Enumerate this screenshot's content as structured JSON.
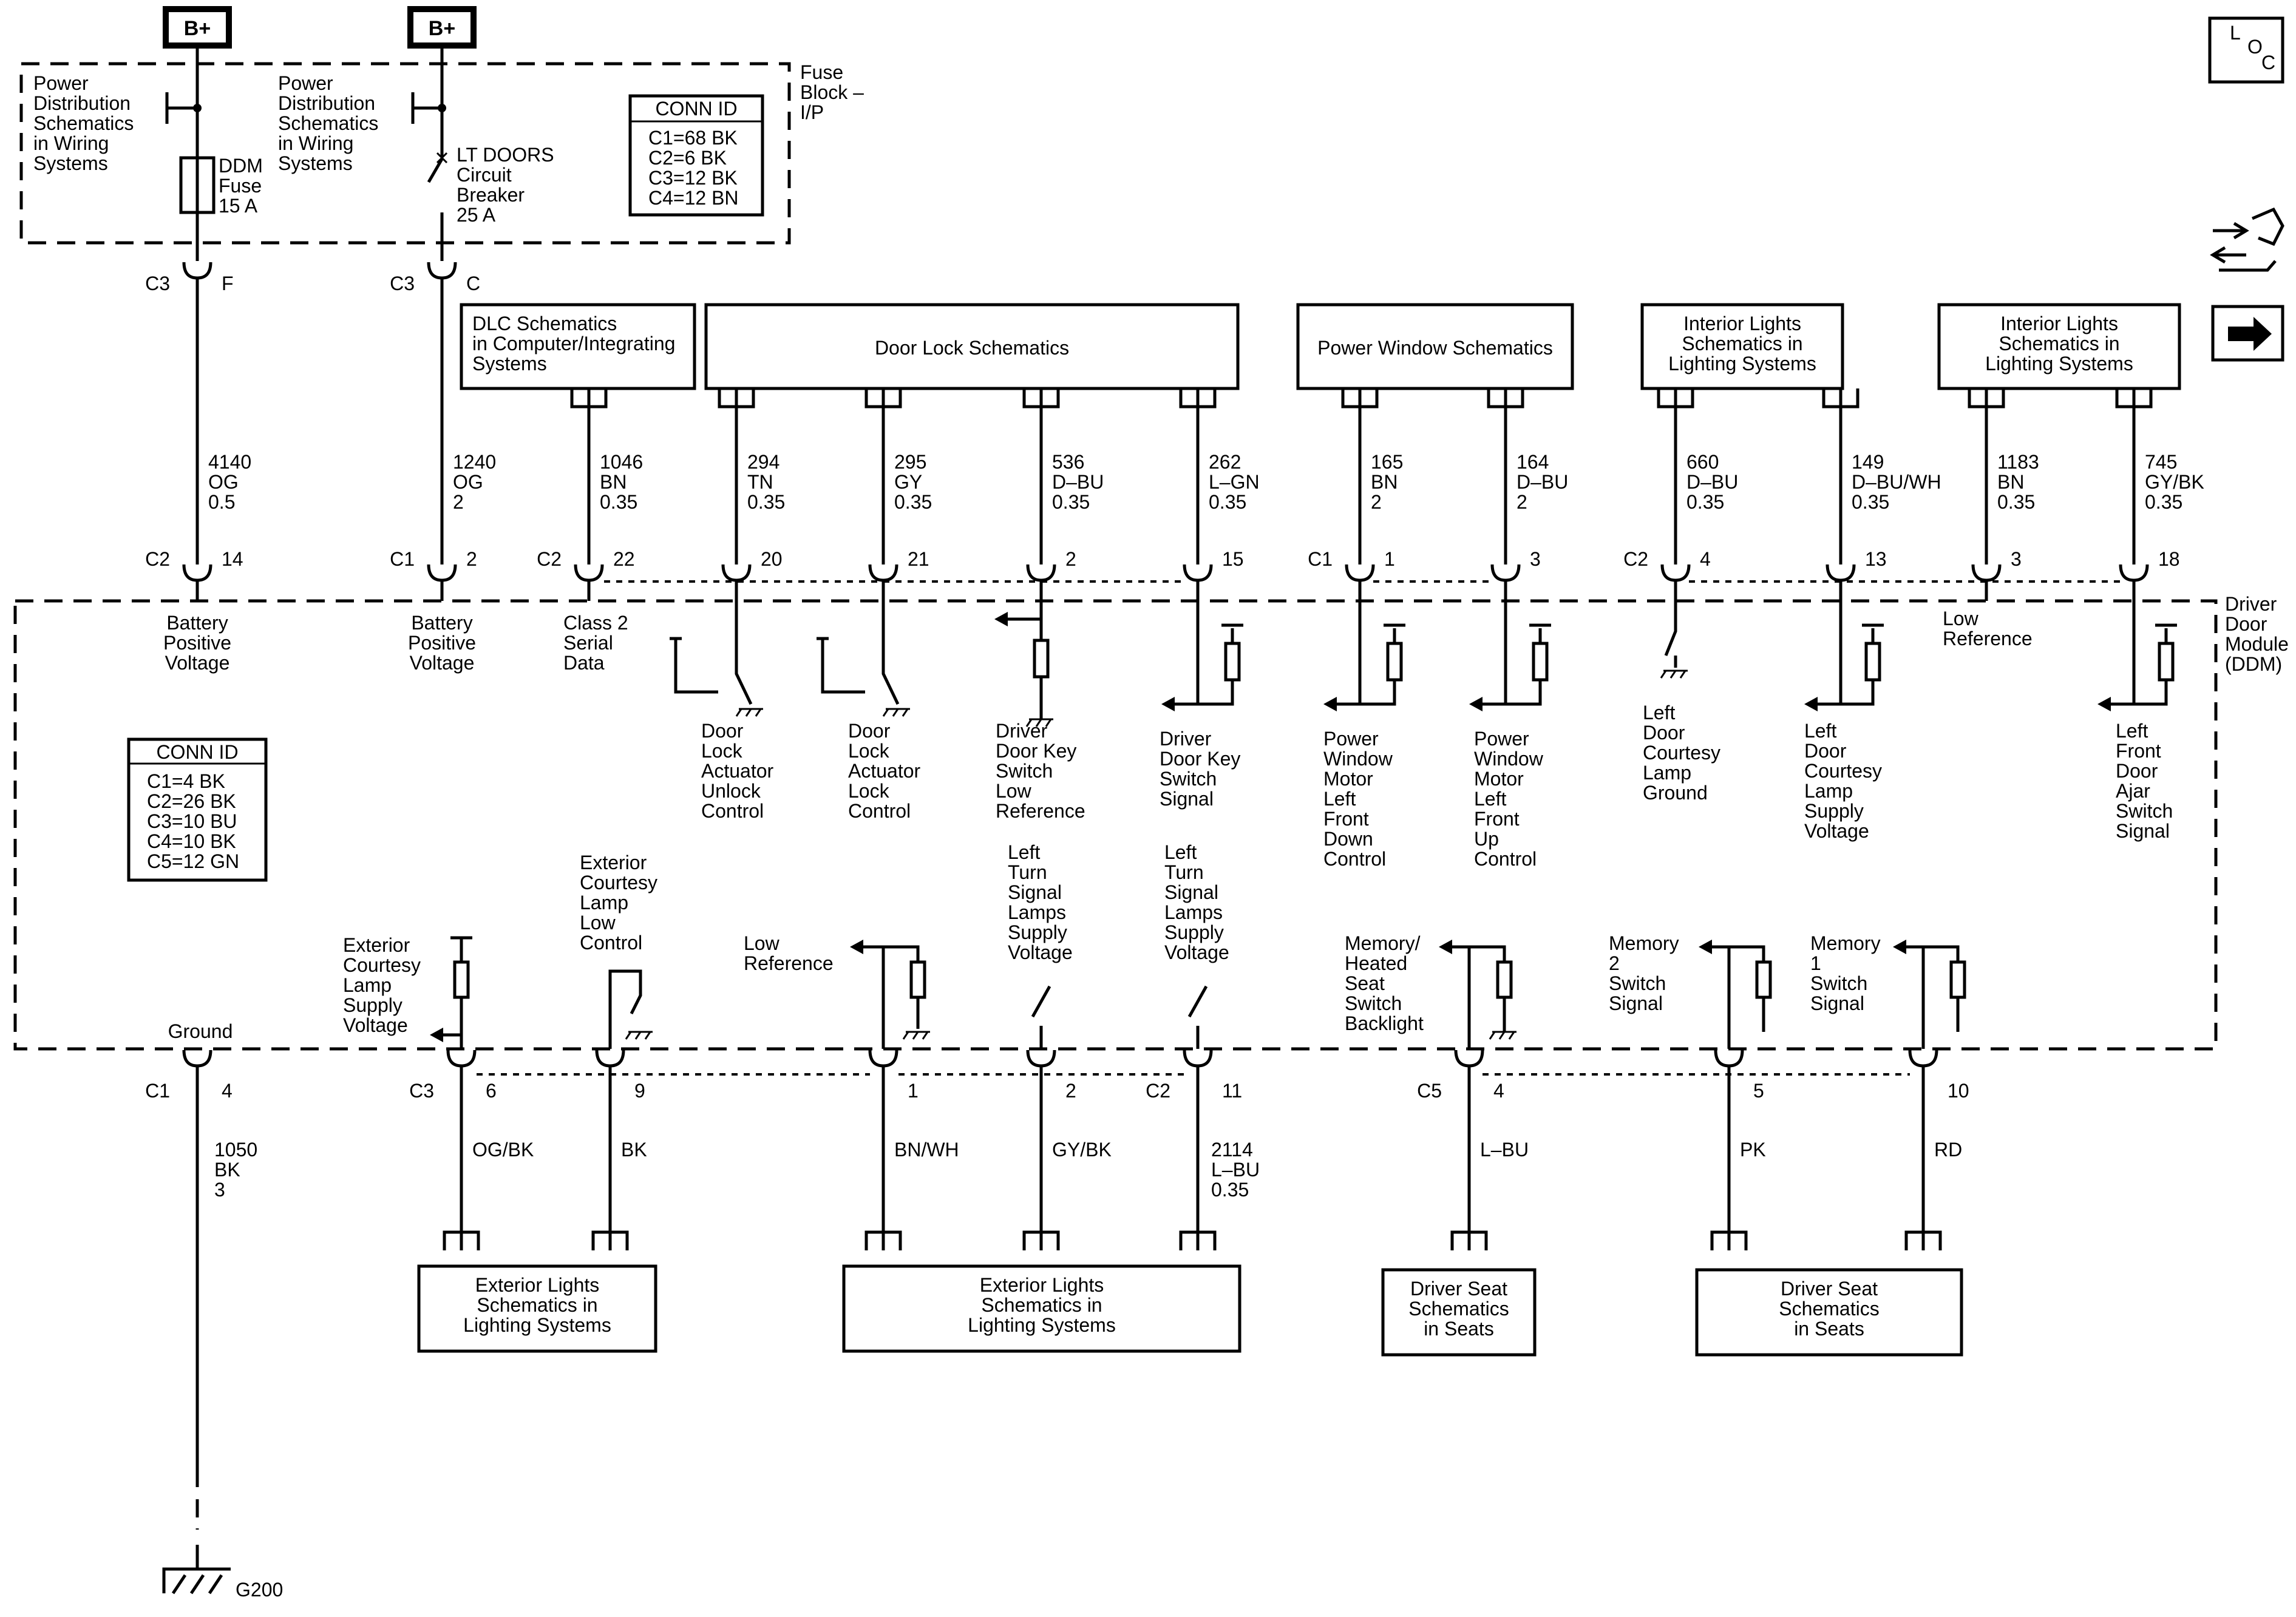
{
  "power": {
    "b_plus_1": "B+",
    "b_plus_2": "B+"
  },
  "fuse_block": {
    "label": [
      "Fuse",
      "Block –",
      "I/P"
    ],
    "pd_ref_1": [
      "Power",
      "Distribution",
      "Schematics",
      "in Wiring",
      "Systems"
    ],
    "pd_ref_2": [
      "Power",
      "Distribution",
      "Schematics",
      "in Wiring",
      "Systems"
    ],
    "fuse": [
      "DDM",
      "Fuse",
      "15 A"
    ],
    "breaker": [
      "LT DOORS",
      "Circuit",
      "Breaker",
      "25 A"
    ],
    "conn_id": {
      "title": "CONN ID",
      "rows": [
        "C1=68 BK",
        "C2=6 BK",
        "C3=12 BK",
        "C4=12 BN"
      ]
    }
  },
  "fuse_pins": [
    {
      "conn": "C3",
      "pin": "F"
    },
    {
      "conn": "C3",
      "pin": "C"
    }
  ],
  "top_wires": [
    {
      "circuit": [
        "4140",
        "OG",
        "0.5"
      ]
    },
    {
      "circuit": [
        "1240",
        "OG",
        "2"
      ]
    },
    {
      "circuit": [
        "1046",
        "BN",
        "0.35"
      ]
    },
    {
      "circuit": [
        "294",
        "TN",
        "0.35"
      ]
    },
    {
      "circuit": [
        "295",
        "GY",
        "0.35"
      ]
    },
    {
      "circuit": [
        "536",
        "D–BU",
        "0.35"
      ]
    },
    {
      "circuit": [
        "262",
        "L–GN",
        "0.35"
      ]
    },
    {
      "circuit": [
        "165",
        "BN",
        "2"
      ]
    },
    {
      "circuit": [
        "164",
        "D–BU",
        "2"
      ]
    },
    {
      "circuit": [
        "660",
        "D–BU",
        "0.35"
      ]
    },
    {
      "circuit": [
        "149",
        "D–BU/WH",
        "0.35"
      ]
    },
    {
      "circuit": [
        "1183",
        "BN",
        "0.35"
      ]
    },
    {
      "circuit": [
        "745",
        "GY/BK",
        "0.35"
      ]
    }
  ],
  "top_refs": [
    {
      "text": [
        "DLC Schematics",
        "in Computer/Integrating",
        "Systems"
      ]
    },
    {
      "text": [
        "Door Lock Schematics"
      ]
    },
    {
      "text": [
        "Power Window Schematics"
      ]
    },
    {
      "text": [
        "Interior Lights",
        "Schematics in",
        "Lighting Systems"
      ]
    },
    {
      "text": [
        "Interior Lights",
        "Schematics in",
        "Lighting Systems"
      ]
    }
  ],
  "top_pins": [
    {
      "conn": "C2",
      "pin": "14"
    },
    {
      "conn": "C1",
      "pin": "2"
    },
    {
      "conn": "C2",
      "pin": "22"
    },
    {
      "conn": "",
      "pin": "20"
    },
    {
      "conn": "",
      "pin": "21"
    },
    {
      "conn": "",
      "pin": "2"
    },
    {
      "conn": "",
      "pin": "15"
    },
    {
      "conn": "C1",
      "pin": "1"
    },
    {
      "conn": "",
      "pin": "3"
    },
    {
      "conn": "C2",
      "pin": "4"
    },
    {
      "conn": "",
      "pin": "13"
    },
    {
      "conn": "",
      "pin": "3"
    },
    {
      "conn": "",
      "pin": "18"
    }
  ],
  "module": {
    "label": [
      "Driver",
      "Door",
      "Module",
      "(DDM)"
    ],
    "conn_id": {
      "title": "CONN ID",
      "rows": [
        "C1=4 BK",
        "C2=26 BK",
        "C3=10 BU",
        "C4=10 BK",
        "C5=12 GN"
      ]
    },
    "top_functions": [
      [
        "Battery",
        "Positive",
        "Voltage"
      ],
      [
        "Battery",
        "Positive",
        "Voltage"
      ],
      [
        "Class 2",
        "Serial",
        "Data"
      ],
      [
        "Door",
        "Lock",
        "Actuator",
        "Unlock",
        "Control"
      ],
      [
        "Door",
        "Lock",
        "Actuator",
        "Lock",
        "Control"
      ],
      [
        "Driver",
        "Door Key",
        "Switch",
        "Low",
        "Reference"
      ],
      [
        "Driver",
        "Door Key",
        "Switch",
        "Signal"
      ],
      [
        "Power",
        "Window",
        "Motor",
        "Left",
        "Front",
        "Down",
        "Control"
      ],
      [
        "Power",
        "Window",
        "Motor",
        "Left",
        "Front",
        "Up",
        "Control"
      ],
      [
        "Left",
        "Door",
        "Courtesy",
        "Lamp",
        "Ground"
      ],
      [
        "Left",
        "Door",
        "Courtesy",
        "Lamp",
        "Supply",
        "Voltage"
      ],
      [
        "Low",
        "Reference"
      ],
      [
        "Left",
        "Front",
        "Door",
        "Ajar",
        "Switch",
        "Signal"
      ]
    ],
    "bottom_functions": [
      [
        "Ground"
      ],
      [
        "Exterior",
        "Courtesy",
        "Lamp",
        "Supply",
        "Voltage"
      ],
      [
        "Exterior",
        "Courtesy",
        "Lamp",
        "Low",
        "Control"
      ],
      [
        "Low",
        "Reference"
      ],
      [
        "Left",
        "Turn",
        "Signal",
        "Lamps",
        "Supply",
        "Voltage"
      ],
      [
        "Left",
        "Turn",
        "Signal",
        "Lamps",
        "Supply",
        "Voltage"
      ],
      [
        "Memory/",
        "Heated",
        "Seat",
        "Switch",
        "Backlight"
      ],
      [
        "Memory",
        "2",
        "Switch",
        "Signal"
      ],
      [
        "Memory",
        "1",
        "Switch",
        "Signal"
      ]
    ]
  },
  "bottom_pins": [
    {
      "conn": "C1",
      "pin": "4"
    },
    {
      "conn": "C3",
      "pin": "6"
    },
    {
      "conn": "",
      "pin": "9"
    },
    {
      "conn": "",
      "pin": "1"
    },
    {
      "conn": "",
      "pin": "2"
    },
    {
      "conn": "C2",
      "pin": "11"
    },
    {
      "conn": "C5",
      "pin": "4"
    },
    {
      "conn": "",
      "pin": "5"
    },
    {
      "conn": "",
      "pin": "10"
    }
  ],
  "bottom_wires": [
    {
      "circuit": [
        "1050",
        "BK",
        "3"
      ]
    },
    {
      "circuit": [
        "OG/BK"
      ]
    },
    {
      "circuit": [
        "BK"
      ]
    },
    {
      "circuit": [
        "BN/WH"
      ]
    },
    {
      "circuit": [
        "GY/BK"
      ]
    },
    {
      "circuit": [
        "2114",
        "L–BU",
        "0.35"
      ]
    },
    {
      "circuit": [
        "L–BU"
      ]
    },
    {
      "circuit": [
        "PK"
      ]
    },
    {
      "circuit": [
        "RD"
      ]
    }
  ],
  "bottom_refs": [
    {
      "text": [
        "Exterior Lights",
        "Schematics in",
        "Lighting Systems"
      ]
    },
    {
      "text": [
        "Exterior Lights",
        "Schematics in",
        "Lighting Systems"
      ]
    },
    {
      "text": [
        "Driver Seat",
        "Schematics",
        "in Seats"
      ]
    },
    {
      "text": [
        "Driver Seat",
        "Schematics",
        "in Seats"
      ]
    }
  ],
  "ground": {
    "label": "G200"
  },
  "side_icons": {
    "loc": [
      "L",
      "O",
      "C"
    ],
    "icons": [
      "loc-box-icon",
      "service-tools-icon",
      "next-arrow-icon"
    ]
  }
}
